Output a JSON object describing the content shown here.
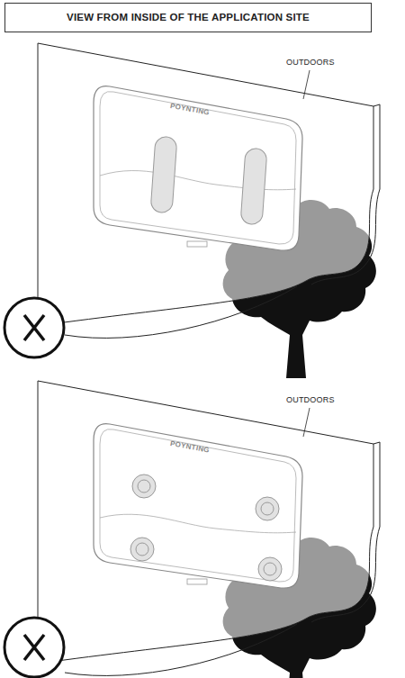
{
  "diagram": {
    "nodes": [
      {
        "text": [
          "VIEW FROM INSIDE OF THE APPLICATION SITE"
        ]
      }
    ],
    "labels": [
      "OUTDOORS",
      "POYNTING",
      "OUTDOORS",
      "POYNTING"
    ]
  }
}
